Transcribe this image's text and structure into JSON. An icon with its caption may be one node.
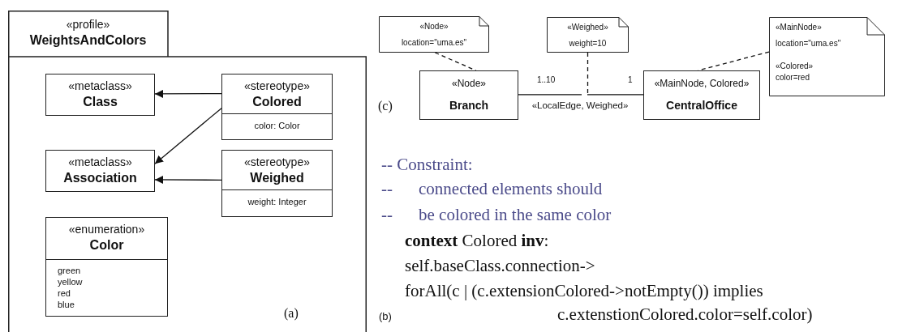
{
  "diagram": {
    "nodes": [
      {
        "text": [
          "«profile»",
          "WeightsAndColors"
        ]
      },
      {
        "text": [
          "«metaclass»",
          "Class"
        ],
        "in": 0
      },
      {
        "text": [
          "«stereotype»",
          "Colored",
          "color: Color"
        ],
        "in": 0
      },
      {
        "text": [
          "«metaclass»",
          "Association"
        ],
        "in": 0
      },
      {
        "text": [
          "«stereotype»",
          "Weighed",
          "weight: Integer"
        ],
        "in": 0
      },
      {
        "text": [
          "«enumeration»",
          "Color",
          "green",
          "yellow",
          "red",
          "blue"
        ],
        "in": 0
      },
      {
        "text": [
          "«Node»",
          "location=\"uma.es\""
        ]
      },
      {
        "text": [
          "«Weighed»",
          "weight=10"
        ]
      },
      {
        "text": [
          "«MainNode»",
          "location=\"uma.es\"",
          "«Colored»",
          "color=red"
        ]
      },
      {
        "text": [
          "«Node»",
          "Branch"
        ]
      },
      {
        "text": [
          "«MainNode, Colored»",
          "CentralOffice"
        ]
      }
    ],
    "edges": [
      {
        "from": 2,
        "to": 1,
        "arrow": "to"
      },
      {
        "from": 2,
        "to": 3,
        "arrow": "to"
      },
      {
        "from": 4,
        "to": 3,
        "arrow": "to"
      },
      {
        "from": 6,
        "to": 9,
        "arrow": "none",
        "style": "dashed"
      },
      {
        "from": 9,
        "to": 10,
        "arrow": "none",
        "label": "«LocalEdge, Weighed»"
      },
      {
        "from": 7,
        "to": null,
        "arrow": "none",
        "style": "dashed"
      },
      {
        "from": 8,
        "to": 10,
        "arrow": "none",
        "style": "dashed"
      }
    ],
    "labels": [
      "(a)",
      "(c)",
      "1..10",
      "1",
      "-- Constraint:",
      "--",
      "connected elements should",
      "--",
      "be colored in the same color",
      "**context** Colored **inv**:",
      "self.baseClass.connection->",
      "forAll(c | (c.extensionColored->notEmpty()) implies",
      "c.extenstionColored.color=self.color)",
      "(b)"
    ]
  }
}
